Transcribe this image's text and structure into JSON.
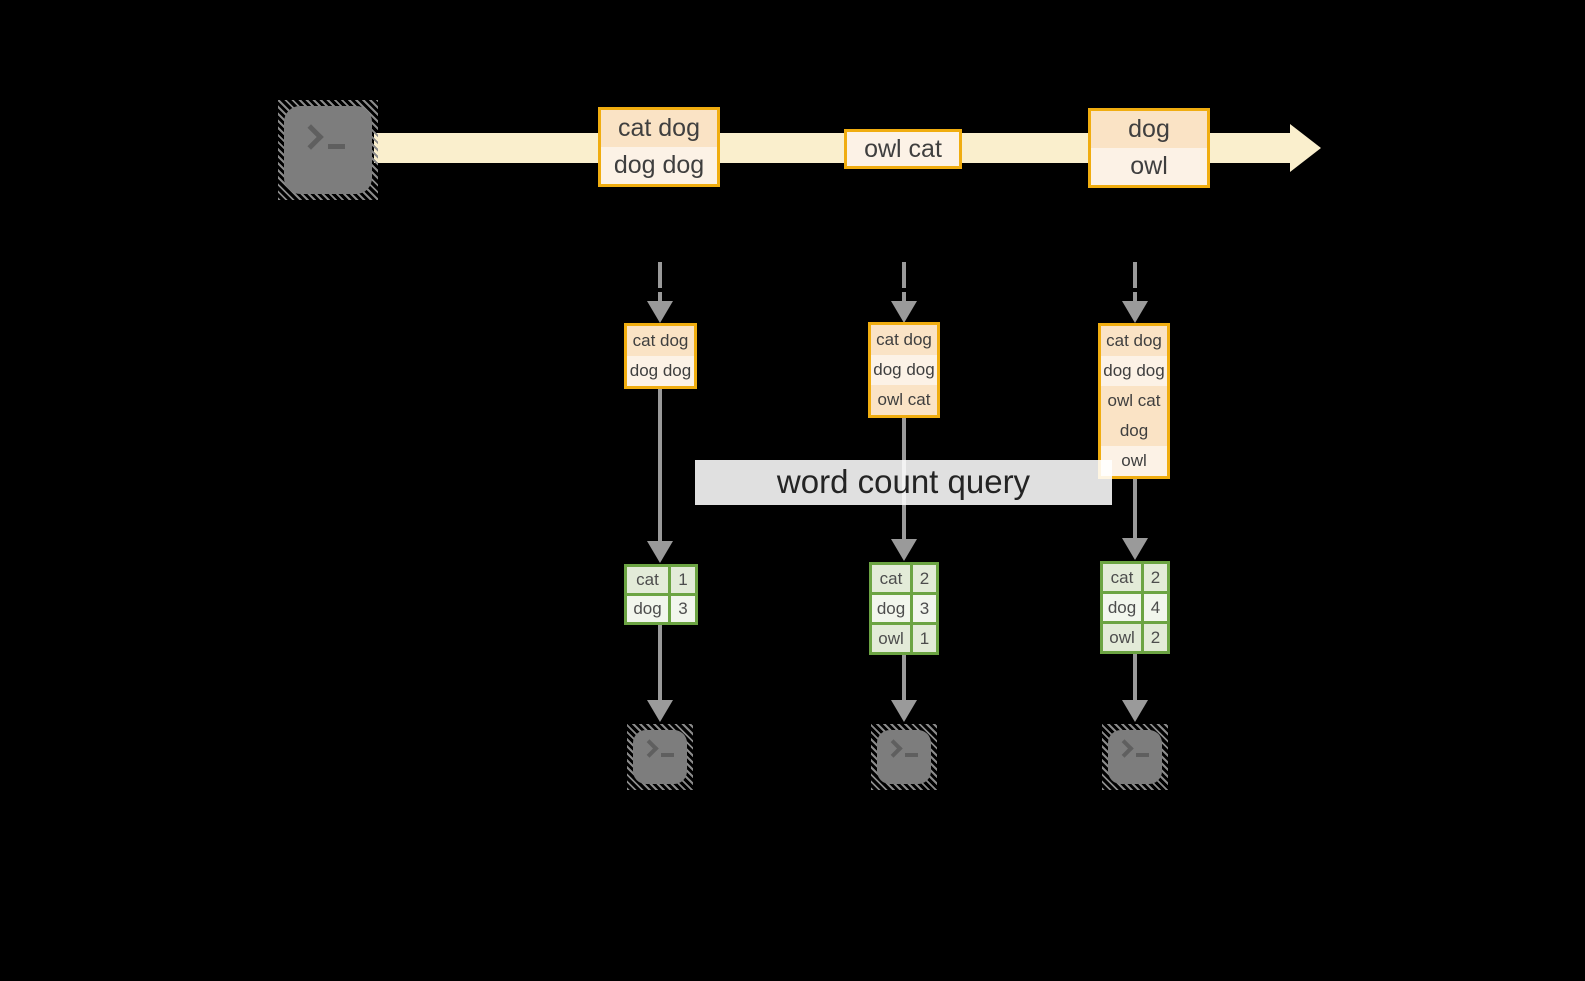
{
  "palette": {
    "background": "#000000",
    "stream_band": "#FAEFCD",
    "box_border": "#F0AD10",
    "box_fill_dark": "#FAE3C5",
    "box_fill_light": "#FCF2E6",
    "table_border": "#6CA443",
    "table_fill_sage": "#E3EBD8",
    "table_fill_light": "#F2F6ED",
    "arrow_gray": "#9A9A9A",
    "terminal_gray": "#7D7D7D",
    "query_band": "#FFFFFF"
  },
  "source": {
    "icon": "terminal-icon"
  },
  "stream": {
    "batches": [
      {
        "lines": [
          "cat dog",
          "dog dog"
        ]
      },
      {
        "lines": [
          "owl cat"
        ]
      },
      {
        "lines": [
          "dog",
          "owl"
        ]
      }
    ]
  },
  "query": {
    "label": "word count query"
  },
  "columns": [
    {
      "state_rows": [
        "cat dog",
        "dog dog"
      ],
      "counts": [
        {
          "word": "cat",
          "count": "1"
        },
        {
          "word": "dog",
          "count": "3"
        }
      ],
      "sink_icon": "terminal-icon"
    },
    {
      "state_rows": [
        "cat dog",
        "dog dog",
        "owl cat"
      ],
      "counts": [
        {
          "word": "cat",
          "count": "2"
        },
        {
          "word": "dog",
          "count": "3"
        },
        {
          "word": "owl",
          "count": "1"
        }
      ],
      "sink_icon": "terminal-icon"
    },
    {
      "state_rows": [
        "cat dog",
        "dog dog",
        "owl cat",
        "dog",
        "owl"
      ],
      "counts": [
        {
          "word": "cat",
          "count": "2"
        },
        {
          "word": "dog",
          "count": "4"
        },
        {
          "word": "owl",
          "count": "2"
        }
      ],
      "sink_icon": "terminal-icon"
    }
  ]
}
